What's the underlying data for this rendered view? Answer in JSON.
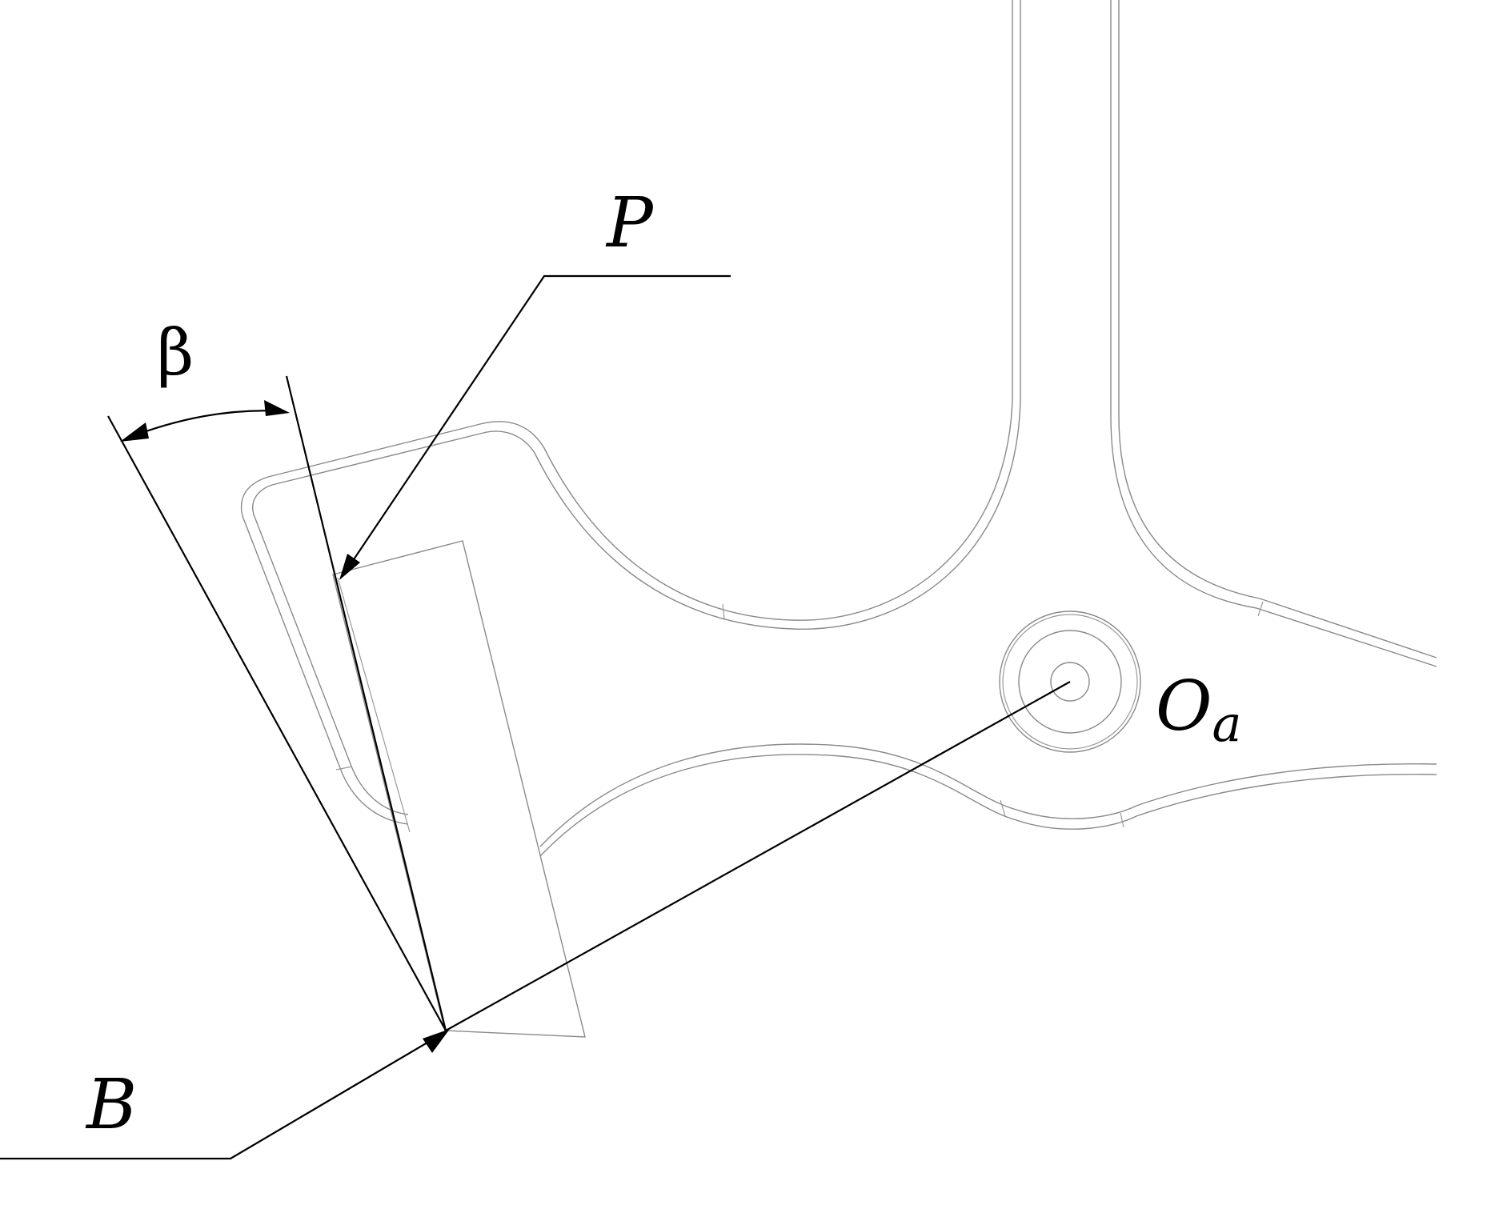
{
  "labels": {
    "p": "P",
    "beta": "β",
    "b": "B",
    "oa_main": "O",
    "oa_sub": "a"
  },
  "colors": {
    "outline": "#8a8a8a",
    "construction": "#000000",
    "background": "#ffffff"
  }
}
